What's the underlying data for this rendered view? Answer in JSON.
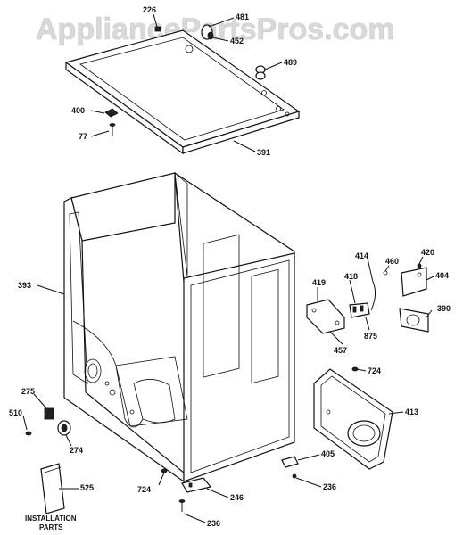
{
  "watermark": "AppliancePartsPros.com",
  "labels": {
    "p226": "226",
    "p481": "481",
    "p452": "452",
    "p489": "489",
    "p400": "400",
    "p77": "77",
    "p391": "391",
    "p393": "393",
    "p414": "414",
    "p460": "460",
    "p420": "420",
    "p404": "404",
    "p419": "419",
    "p418": "418",
    "p390": "390",
    "p875": "875",
    "p457": "457",
    "p724a": "724",
    "p413": "413",
    "p275": "275",
    "p510": "510",
    "p274": "274",
    "p525": "525",
    "p405": "405",
    "p724b": "724",
    "p246": "246",
    "p236a": "236",
    "p236b": "236"
  },
  "installation_caption_1": "INSTALLATION",
  "installation_caption_2": "PARTS"
}
